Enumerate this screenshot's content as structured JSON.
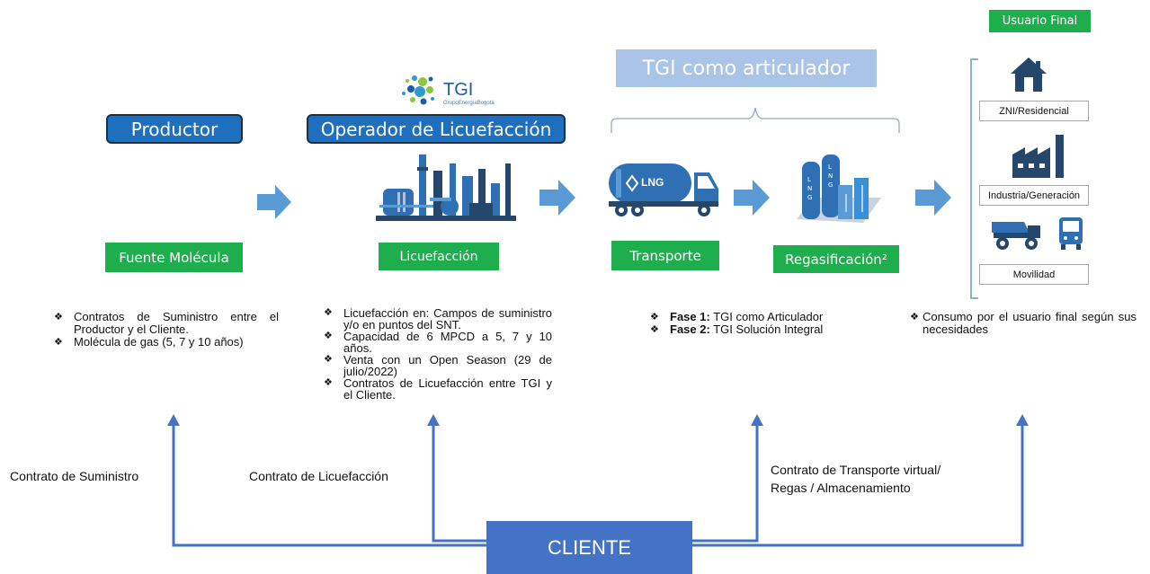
{
  "header": {
    "usuario_final": "Usuario Final",
    "articulador_banner": "TGI como articulador"
  },
  "logo": {
    "name": "TGI",
    "tagline": "GrupoEnergíaBogotá"
  },
  "stages": {
    "productor": "Productor",
    "operador": "Operador de Licuefacción",
    "fuente": "Fuente Molécula",
    "licuefaccion": "Licuefacción",
    "transporte": "Transporte",
    "regasificacion": "Regasificación²",
    "truck_label": "LNG"
  },
  "end_users": {
    "residencial": "ZNI/Residencial",
    "industria": "Industria/Generación",
    "movilidad": "Movilidad"
  },
  "notes": {
    "productor": [
      "Contratos de Suministro entre el Productor y el Cliente.",
      "Molécula de gas (5, 7 y 10 años)"
    ],
    "licuefaccion": [
      "Licuefacción en: Campos de suministro y/o en puntos del SNT.",
      "Capacidad de 6 MPCD a 5, 7 y 10 años.",
      "Venta con un Open Season (29 de julio/2022)",
      "Contratos de Licuefacción entre TGI y el Cliente."
    ],
    "fases": [
      {
        "bold": "Fase 1:",
        "text": " TGI como Articulador"
      },
      {
        "bold": "Fase 2:",
        "text": " TGI Solución Integral"
      }
    ],
    "consumo": "Consumo por el usuario final según sus necesidades"
  },
  "contracts": {
    "suministro": "Contrato de Suministro",
    "licuefaccion": "Contrato de Licuefacción",
    "transporte_line1": "Contrato de Transporte virtual/",
    "transporte_line2": "Regas / Almacenamiento"
  },
  "client": {
    "label": "CLIENTE"
  },
  "colors": {
    "blue_label": "#1f6fbf",
    "green_label": "#1fae4e",
    "flow_arrow": "#5b9bd5",
    "connector": "#4472c4",
    "banner": "#a9c4e6",
    "icon_navy": "#24476b",
    "icon_blue": "#2f6fb3"
  }
}
